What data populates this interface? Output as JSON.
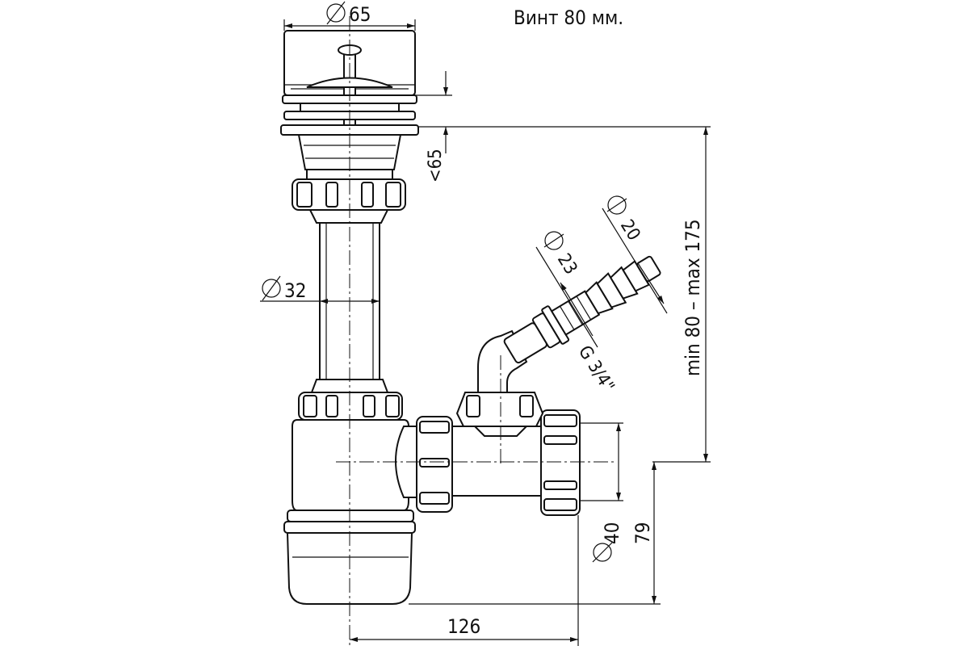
{
  "note": "Винт 80 мм.",
  "dimensions": {
    "d_top": "65",
    "height_65": "<65",
    "d_pipe": "32",
    "d_20": "20",
    "d_23": "23",
    "thread": "G 3/4\"",
    "range": "min 80 – max 175",
    "d_outlet": "40",
    "h_79": "79",
    "w_126": "126"
  },
  "colors": {
    "line": "#111111",
    "background": "#ffffff"
  }
}
